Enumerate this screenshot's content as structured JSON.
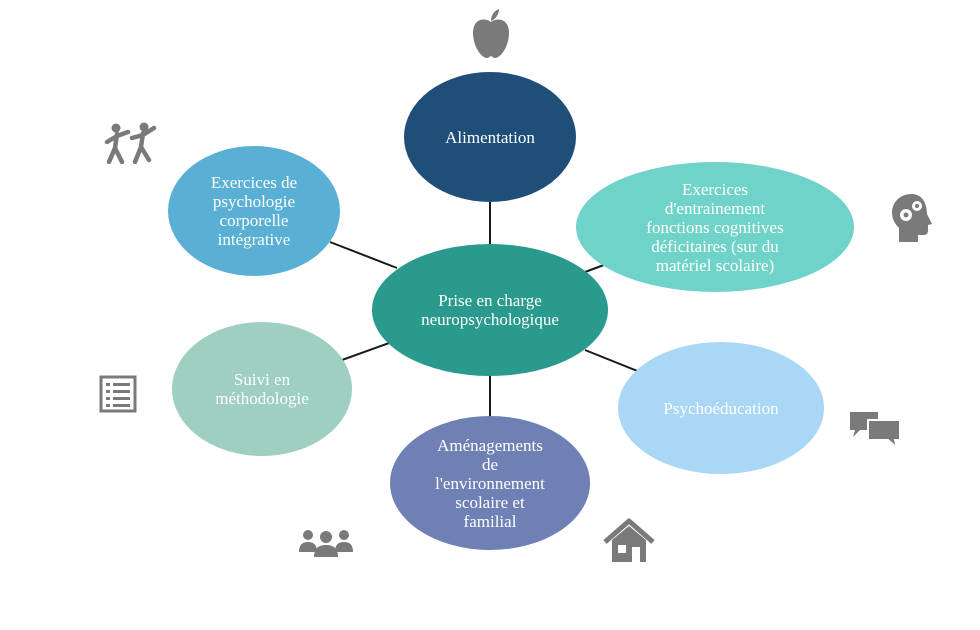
{
  "diagram": {
    "center": {
      "label": "Prise en charge\nneuropsychologique",
      "color": "#2a9a8e"
    },
    "nodes": [
      {
        "id": "alimentation",
        "label": "Alimentation",
        "color": "#1f4e79"
      },
      {
        "id": "exercices-cognitifs",
        "label": "Exercices\nd'entrainement\nfonctions cognitives\ndéficitaires (sur du\nmatériel scolaire)",
        "color": "#6fd3c9"
      },
      {
        "id": "psychoeducation",
        "label": "Psychoéducation",
        "color": "#a9d7f5"
      },
      {
        "id": "amenagements",
        "label": "Aménagements\nde\nl'environnement\nscolaire et\nfamilial",
        "color": "#6e80b4"
      },
      {
        "id": "suivi-methodologie",
        "label": "Suivi en\nméthodologie",
        "color": "#9fcfc2"
      },
      {
        "id": "exercices-psychologie",
        "label": "Exercices de\npsychologie\ncorporelle\nintégrative",
        "color": "#5ab0d4"
      }
    ],
    "line_color": "#1a1a1a",
    "icon_color": "#7a7a7a",
    "icons": [
      "apple-icon",
      "head-gears-icon",
      "chat-bubbles-icon",
      "house-icon",
      "group-people-icon",
      "checklist-icon",
      "dancing-people-icon"
    ]
  }
}
